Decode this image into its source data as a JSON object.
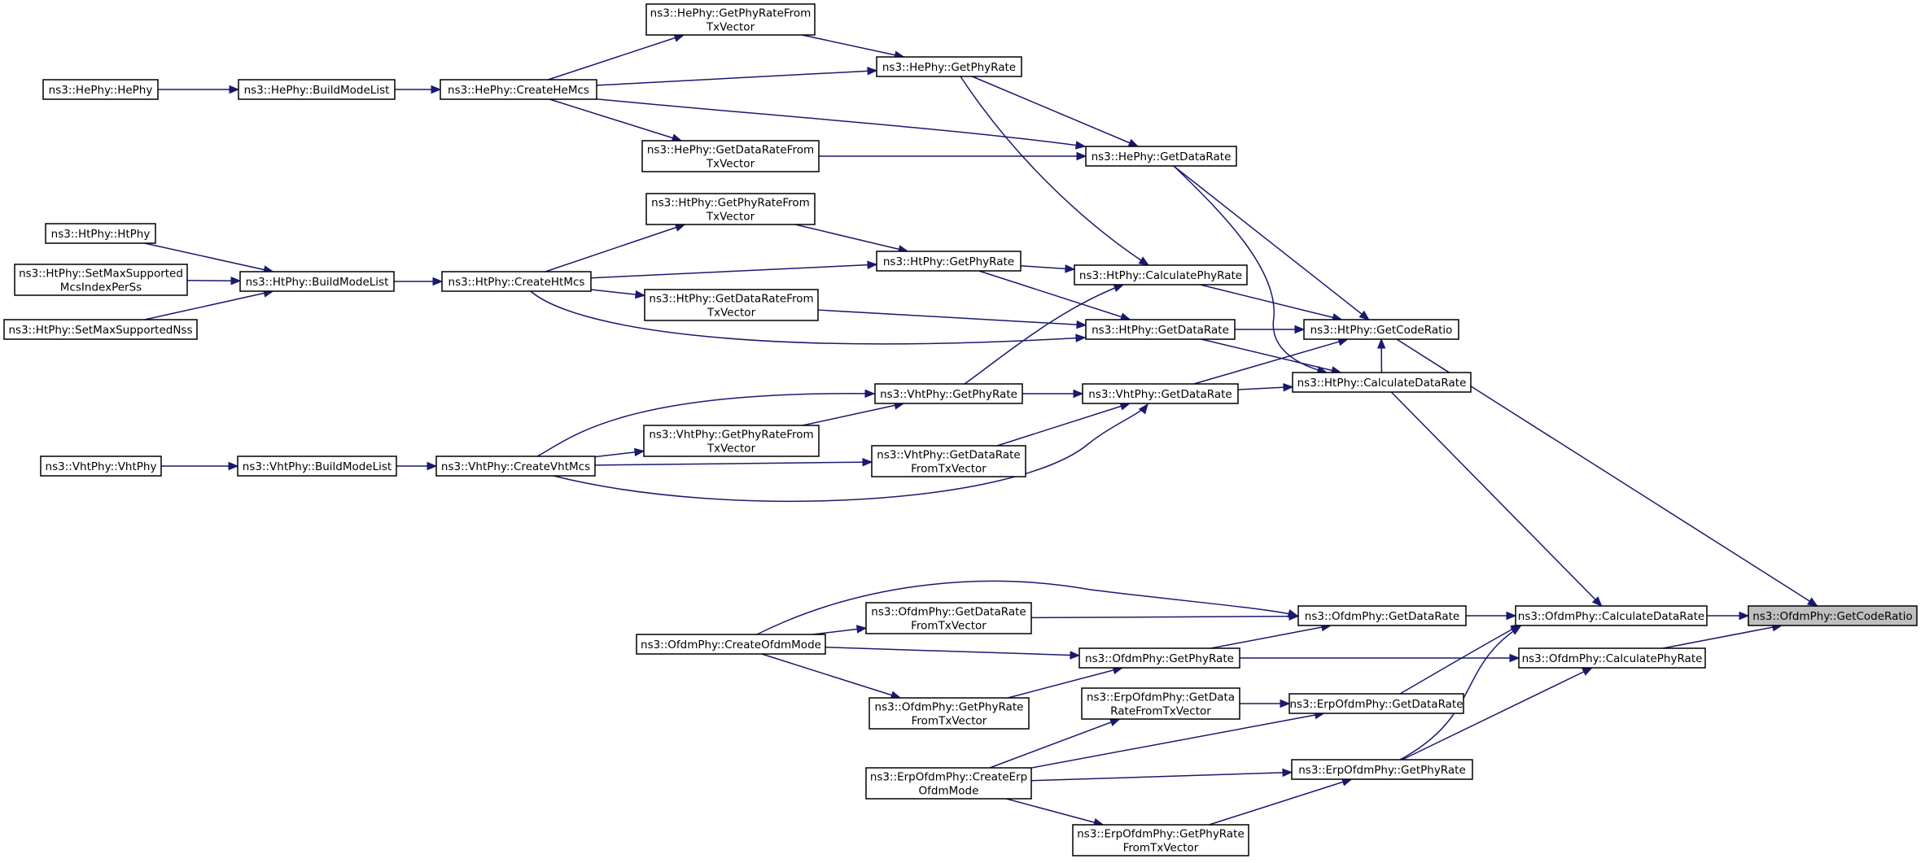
{
  "graph": {
    "rankdir": "RL",
    "colors": {
      "edge": "#191970",
      "node_border": "#000000",
      "highlight_fill": "#bfbfbf"
    },
    "nodes": [
      {
        "id": "n1",
        "lines": [
          "ns3::OfdmPhy::GetCodeRatio"
        ],
        "highlight": true
      },
      {
        "id": "n2",
        "lines": [
          "ns3::HtPhy::GetCodeRatio"
        ]
      },
      {
        "id": "n3",
        "lines": [
          "ns3::OfdmPhy::CalculateDataRate"
        ]
      },
      {
        "id": "n4",
        "lines": [
          "ns3::OfdmPhy::CalculatePhyRate"
        ]
      },
      {
        "id": "n5",
        "lines": [
          "ns3::HePhy::GetDataRate"
        ]
      },
      {
        "id": "n6",
        "lines": [
          "ns3::HtPhy::CalculateDataRate"
        ]
      },
      {
        "id": "n7",
        "lines": [
          "ns3::HtPhy::CalculatePhyRate"
        ]
      },
      {
        "id": "n8",
        "lines": [
          "ns3::HtPhy::GetDataRate"
        ]
      },
      {
        "id": "n9",
        "lines": [
          "ns3::VhtPhy::GetDataRate"
        ]
      },
      {
        "id": "n10",
        "lines": [
          "ns3::HePhy::GetPhyRate"
        ]
      },
      {
        "id": "n11",
        "lines": [
          "ns3::HePhy::GetPhyRateFrom",
          "TxVector"
        ]
      },
      {
        "id": "n12",
        "lines": [
          "ns3::HePhy::GetDataRateFrom",
          "TxVector"
        ]
      },
      {
        "id": "n13",
        "lines": [
          "ns3::HePhy::CreateHeMcs"
        ]
      },
      {
        "id": "n14",
        "lines": [
          "ns3::HePhy::BuildModeList"
        ]
      },
      {
        "id": "n15",
        "lines": [
          "ns3::HePhy::HePhy"
        ]
      },
      {
        "id": "n16",
        "lines": [
          "ns3::HtPhy::GetPhyRateFrom",
          "TxVector"
        ]
      },
      {
        "id": "n17",
        "lines": [
          "ns3::HtPhy::GetPhyRate"
        ]
      },
      {
        "id": "n18",
        "lines": [
          "ns3::HtPhy::GetDataRateFrom",
          "TxVector"
        ]
      },
      {
        "id": "n19",
        "lines": [
          "ns3::HtPhy::CreateHtMcs"
        ]
      },
      {
        "id": "n20",
        "lines": [
          "ns3::HtPhy::BuildModeList"
        ]
      },
      {
        "id": "n21",
        "lines": [
          "ns3::HtPhy::HtPhy"
        ]
      },
      {
        "id": "n22",
        "lines": [
          "ns3::HtPhy::SetMaxSupported",
          "McsIndexPerSs"
        ]
      },
      {
        "id": "n23",
        "lines": [
          "ns3::HtPhy::SetMaxSupportedNss"
        ]
      },
      {
        "id": "n24",
        "lines": [
          "ns3::VhtPhy::GetPhyRate"
        ]
      },
      {
        "id": "n25",
        "lines": [
          "ns3::VhtPhy::GetPhyRateFrom",
          "TxVector"
        ]
      },
      {
        "id": "n26",
        "lines": [
          "ns3::VhtPhy::GetDataRate",
          "FromTxVector"
        ]
      },
      {
        "id": "n27",
        "lines": [
          "ns3::VhtPhy::CreateVhtMcs"
        ]
      },
      {
        "id": "n28",
        "lines": [
          "ns3::VhtPhy::BuildModeList"
        ]
      },
      {
        "id": "n29",
        "lines": [
          "ns3::VhtPhy::VhtPhy"
        ]
      },
      {
        "id": "n30",
        "lines": [
          "ns3::OfdmPhy::GetDataRate"
        ]
      },
      {
        "id": "n31",
        "lines": [
          "ns3::OfdmPhy::GetDataRate",
          "FromTxVector"
        ]
      },
      {
        "id": "n32",
        "lines": [
          "ns3::OfdmPhy::CreateOfdmMode"
        ]
      },
      {
        "id": "n33",
        "lines": [
          "ns3::OfdmPhy::GetPhyRate"
        ]
      },
      {
        "id": "n34",
        "lines": [
          "ns3::OfdmPhy::GetPhyRate",
          "FromTxVector"
        ]
      },
      {
        "id": "n35",
        "lines": [
          "ns3::ErpOfdmPhy::GetData",
          "RateFromTxVector"
        ]
      },
      {
        "id": "n36",
        "lines": [
          "ns3::ErpOfdmPhy::GetDataRate"
        ]
      },
      {
        "id": "n37",
        "lines": [
          "ns3::ErpOfdmPhy::CreateErp",
          "OfdmMode"
        ]
      },
      {
        "id": "n38",
        "lines": [
          "ns3::ErpOfdmPhy::GetPhyRate"
        ]
      },
      {
        "id": "n39",
        "lines": [
          "ns3::ErpOfdmPhy::GetPhyRate",
          "FromTxVector"
        ]
      }
    ],
    "edges": [
      {
        "from": "n2",
        "to": "n1"
      },
      {
        "from": "n3",
        "to": "n1"
      },
      {
        "from": "n4",
        "to": "n1"
      },
      {
        "from": "n5",
        "to": "n2"
      },
      {
        "from": "n6",
        "to": "n2"
      },
      {
        "from": "n7",
        "to": "n2"
      },
      {
        "from": "n8",
        "to": "n2"
      },
      {
        "from": "n9",
        "to": "n2"
      },
      {
        "from": "n10",
        "to": "n5"
      },
      {
        "from": "n12",
        "to": "n5"
      },
      {
        "from": "n13",
        "to": "n5"
      },
      {
        "from": "n5",
        "to": "n6"
      },
      {
        "from": "n8",
        "to": "n6"
      },
      {
        "from": "n9",
        "to": "n6"
      },
      {
        "from": "n10",
        "to": "n7"
      },
      {
        "from": "n17",
        "to": "n7"
      },
      {
        "from": "n24",
        "to": "n7"
      },
      {
        "from": "n17",
        "to": "n8"
      },
      {
        "from": "n18",
        "to": "n8"
      },
      {
        "from": "n19",
        "to": "n8"
      },
      {
        "from": "n24",
        "to": "n9"
      },
      {
        "from": "n26",
        "to": "n9"
      },
      {
        "from": "n27",
        "to": "n9"
      },
      {
        "from": "n11",
        "to": "n10"
      },
      {
        "from": "n13",
        "to": "n10"
      },
      {
        "from": "n13",
        "to": "n11"
      },
      {
        "from": "n13",
        "to": "n12"
      },
      {
        "from": "n14",
        "to": "n13"
      },
      {
        "from": "n15",
        "to": "n14"
      },
      {
        "from": "n16",
        "to": "n17"
      },
      {
        "from": "n19",
        "to": "n17"
      },
      {
        "from": "n19",
        "to": "n16"
      },
      {
        "from": "n19",
        "to": "n18"
      },
      {
        "from": "n20",
        "to": "n19"
      },
      {
        "from": "n21",
        "to": "n20"
      },
      {
        "from": "n22",
        "to": "n20"
      },
      {
        "from": "n23",
        "to": "n20"
      },
      {
        "from": "n25",
        "to": "n24"
      },
      {
        "from": "n27",
        "to": "n24"
      },
      {
        "from": "n27",
        "to": "n25"
      },
      {
        "from": "n27",
        "to": "n26"
      },
      {
        "from": "n28",
        "to": "n27"
      },
      {
        "from": "n29",
        "to": "n28"
      },
      {
        "from": "n6",
        "to": "n3"
      },
      {
        "from": "n30",
        "to": "n3"
      },
      {
        "from": "n36",
        "to": "n3"
      },
      {
        "from": "n38",
        "to": "n3"
      },
      {
        "from": "n33",
        "to": "n4"
      },
      {
        "from": "n38",
        "to": "n4"
      },
      {
        "from": "n31",
        "to": "n30"
      },
      {
        "from": "n32",
        "to": "n30"
      },
      {
        "from": "n33",
        "to": "n30"
      },
      {
        "from": "n32",
        "to": "n31"
      },
      {
        "from": "n32",
        "to": "n33"
      },
      {
        "from": "n32",
        "to": "n34"
      },
      {
        "from": "n34",
        "to": "n33"
      },
      {
        "from": "n35",
        "to": "n36"
      },
      {
        "from": "n37",
        "to": "n36"
      },
      {
        "from": "n37",
        "to": "n35"
      },
      {
        "from": "n37",
        "to": "n38"
      },
      {
        "from": "n37",
        "to": "n39"
      },
      {
        "from": "n39",
        "to": "n38"
      }
    ]
  }
}
